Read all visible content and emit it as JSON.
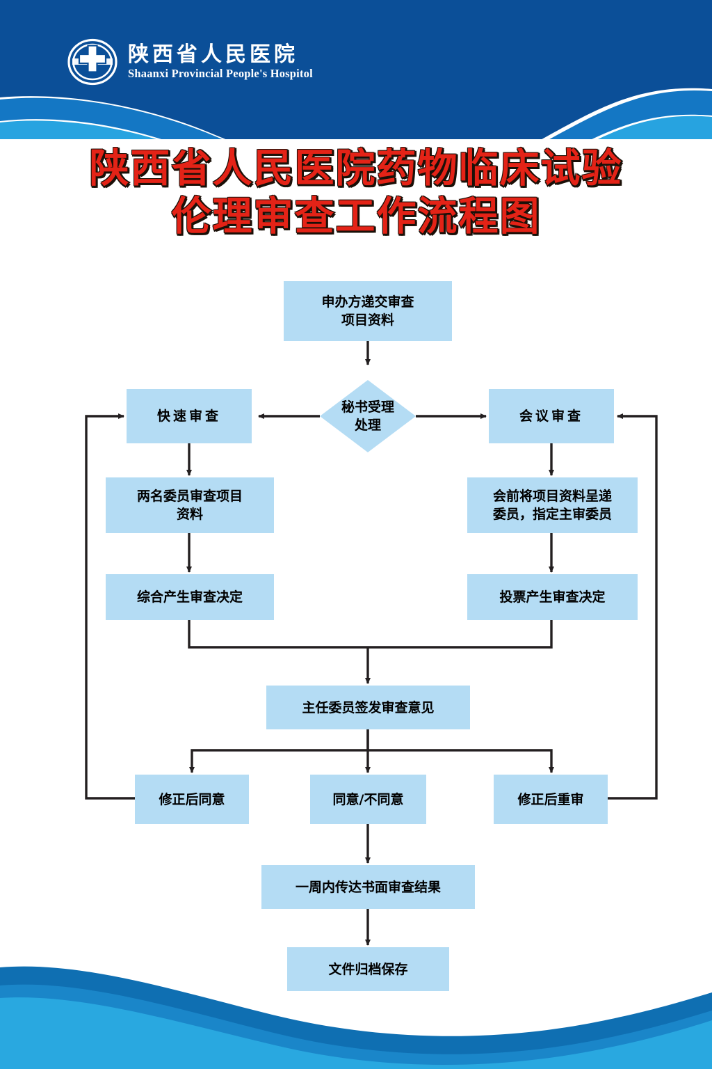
{
  "header": {
    "logo_icon": "hospital-cross-logo",
    "hospital_name_cn": "陕西省人民医院",
    "hospital_name_en": "Shaanxi Provincial People's Hospitol",
    "band_color": "#0b4f98",
    "wave_light_color": "#27a3e0",
    "wave_mid_color": "#1477c4"
  },
  "title": {
    "line1": "陕西省人民医院药物临床试验",
    "line2": "伦理审查工作流程图",
    "color": "#e42317",
    "shadow_color": "#1a1008"
  },
  "chart_data": {
    "type": "diagram",
    "title": "陕西省人民医院药物临床试验伦理审查工作流程图",
    "node_fill": "#b4dcf4",
    "connector_color": "#231f20",
    "nodes": [
      {
        "id": "submit",
        "shape": "rect",
        "label": "申办方递交审查\n项目资料"
      },
      {
        "id": "secretary",
        "shape": "diamond",
        "label": "秘书受理\n处理"
      },
      {
        "id": "fast",
        "shape": "rect",
        "label": "快速审查"
      },
      {
        "id": "meeting",
        "shape": "rect",
        "label": "会议审查"
      },
      {
        "id": "two-members",
        "shape": "rect",
        "label": "两名委员审查项目\n资料"
      },
      {
        "id": "pre-meeting",
        "shape": "rect",
        "label": "会前将项目资料呈递\n委员，指定主审委员"
      },
      {
        "id": "synthesis",
        "shape": "rect",
        "label": "综合产生审查决定"
      },
      {
        "id": "vote",
        "shape": "rect",
        "label": "投票产生审查决定"
      },
      {
        "id": "chair-sign",
        "shape": "rect",
        "label": "主任委员签发审查意见"
      },
      {
        "id": "agree-fix",
        "shape": "rect",
        "label": "修正后同意"
      },
      {
        "id": "agree-deny",
        "shape": "rect",
        "label": "同意/不同意"
      },
      {
        "id": "re-review",
        "shape": "rect",
        "label": "修正后重审"
      },
      {
        "id": "notify",
        "shape": "rect",
        "label": "一周内传达书面审查结果"
      },
      {
        "id": "archive",
        "shape": "rect",
        "label": "文件归档保存"
      }
    ],
    "edges": [
      {
        "from": "submit",
        "to": "secretary",
        "type": "down"
      },
      {
        "from": "secretary",
        "to": "fast",
        "type": "left"
      },
      {
        "from": "secretary",
        "to": "meeting",
        "type": "right"
      },
      {
        "from": "fast",
        "to": "two-members",
        "type": "down"
      },
      {
        "from": "meeting",
        "to": "pre-meeting",
        "type": "down"
      },
      {
        "from": "two-members",
        "to": "synthesis",
        "type": "down"
      },
      {
        "from": "pre-meeting",
        "to": "vote",
        "type": "down"
      },
      {
        "from": "synthesis",
        "to": "chair-sign",
        "type": "merge"
      },
      {
        "from": "vote",
        "to": "chair-sign",
        "type": "merge"
      },
      {
        "from": "chair-sign",
        "to": "agree-fix",
        "type": "branch"
      },
      {
        "from": "chair-sign",
        "to": "agree-deny",
        "type": "branch"
      },
      {
        "from": "chair-sign",
        "to": "re-review",
        "type": "branch"
      },
      {
        "from": "agree-deny",
        "to": "notify",
        "type": "down"
      },
      {
        "from": "notify",
        "to": "archive",
        "type": "down"
      },
      {
        "from": "agree-fix",
        "to": "fast",
        "type": "feedback-left"
      },
      {
        "from": "re-review",
        "to": "meeting",
        "type": "feedback-right"
      }
    ]
  }
}
